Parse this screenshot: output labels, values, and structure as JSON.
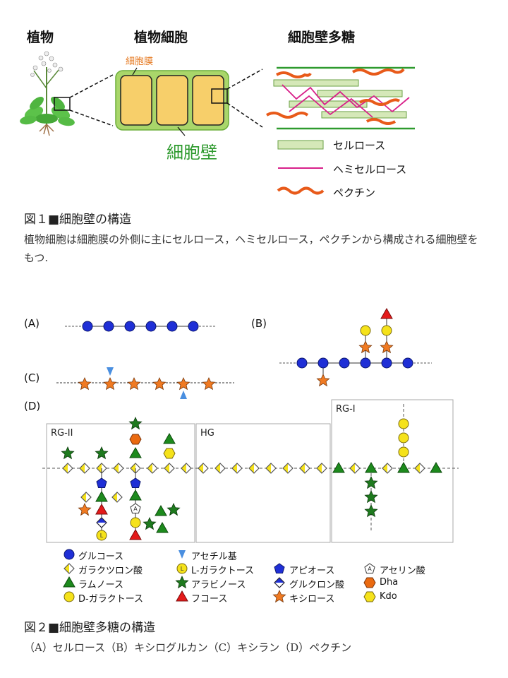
{
  "fig1": {
    "header_plant": "植物",
    "header_cell": "植物細胞",
    "header_poly": "細胞壁多糖",
    "membrane_label": "細胞膜",
    "wall_label": "細胞壁",
    "legend": [
      {
        "text": "セルロース",
        "icon": "cellulose-rod"
      },
      {
        "text": "ヘミセルロース",
        "icon": "hemicellulose-line"
      },
      {
        "text": "ペクチン",
        "icon": "pectin-wave"
      }
    ],
    "caption_title": "図１■細胞壁の構造",
    "caption_text": "植物細胞は細胞膜の外側に主にセルロース，ヘミセルロース，ペクチンから構成される細胞壁をもつ."
  },
  "fig2": {
    "label_a": "(A)",
    "label_b": "(B)",
    "label_c": "(C)",
    "label_d": "(D)",
    "box_rg2": "RG-II",
    "box_hg": "HG",
    "box_rg1": "RG-I",
    "legend": [
      {
        "text": "グルコース",
        "icon": "blue-circle"
      },
      {
        "text": "ガラクツロン酸",
        "icon": "yellow-diamond"
      },
      {
        "text": "ラムノース",
        "icon": "green-triangle"
      },
      {
        "text": "D-ガラクトース",
        "icon": "yellow-circle"
      },
      {
        "text": "アセチル基",
        "icon": "blue-down-triangle"
      },
      {
        "text": "L-ガラクトース",
        "icon": "yellow-circle-L"
      },
      {
        "text": "アラビノース",
        "icon": "green-star"
      },
      {
        "text": "フコース",
        "icon": "red-triangle"
      },
      {
        "text": "アピオース",
        "icon": "blue-pentagon"
      },
      {
        "text": "グルクロン酸",
        "icon": "blue-white-diamond"
      },
      {
        "text": "キシロース",
        "icon": "orange-star"
      },
      {
        "text": "アセリン酸",
        "icon": "white-pentagon-A"
      },
      {
        "text": "Dha",
        "icon": "orange-hexagon"
      },
      {
        "text": "Kdo",
        "icon": "yellow-hexagon"
      }
    ],
    "caption_title": "図２■細胞壁多糖の構造",
    "caption_text": "（A）セルロース（B）キシログルカン（C）キシラン（D）ペクチン"
  },
  "colors": {
    "glucose": "#1f2fd6",
    "galacturonic": "#f5e21a",
    "rhamnose": "#1d8a1d",
    "arabinose": "#1e7a1e",
    "fucose": "#e41a1a",
    "xylose": "#f07a22",
    "acetyl": "#4a8fe0",
    "dha": "#ea6a10",
    "wall_green": "#2e9a2e",
    "cell_fill": "#f7cf6a",
    "hemicellulose": "#d8208a",
    "pectin": "#e85a1a",
    "membrane_label": "#e67a22"
  }
}
